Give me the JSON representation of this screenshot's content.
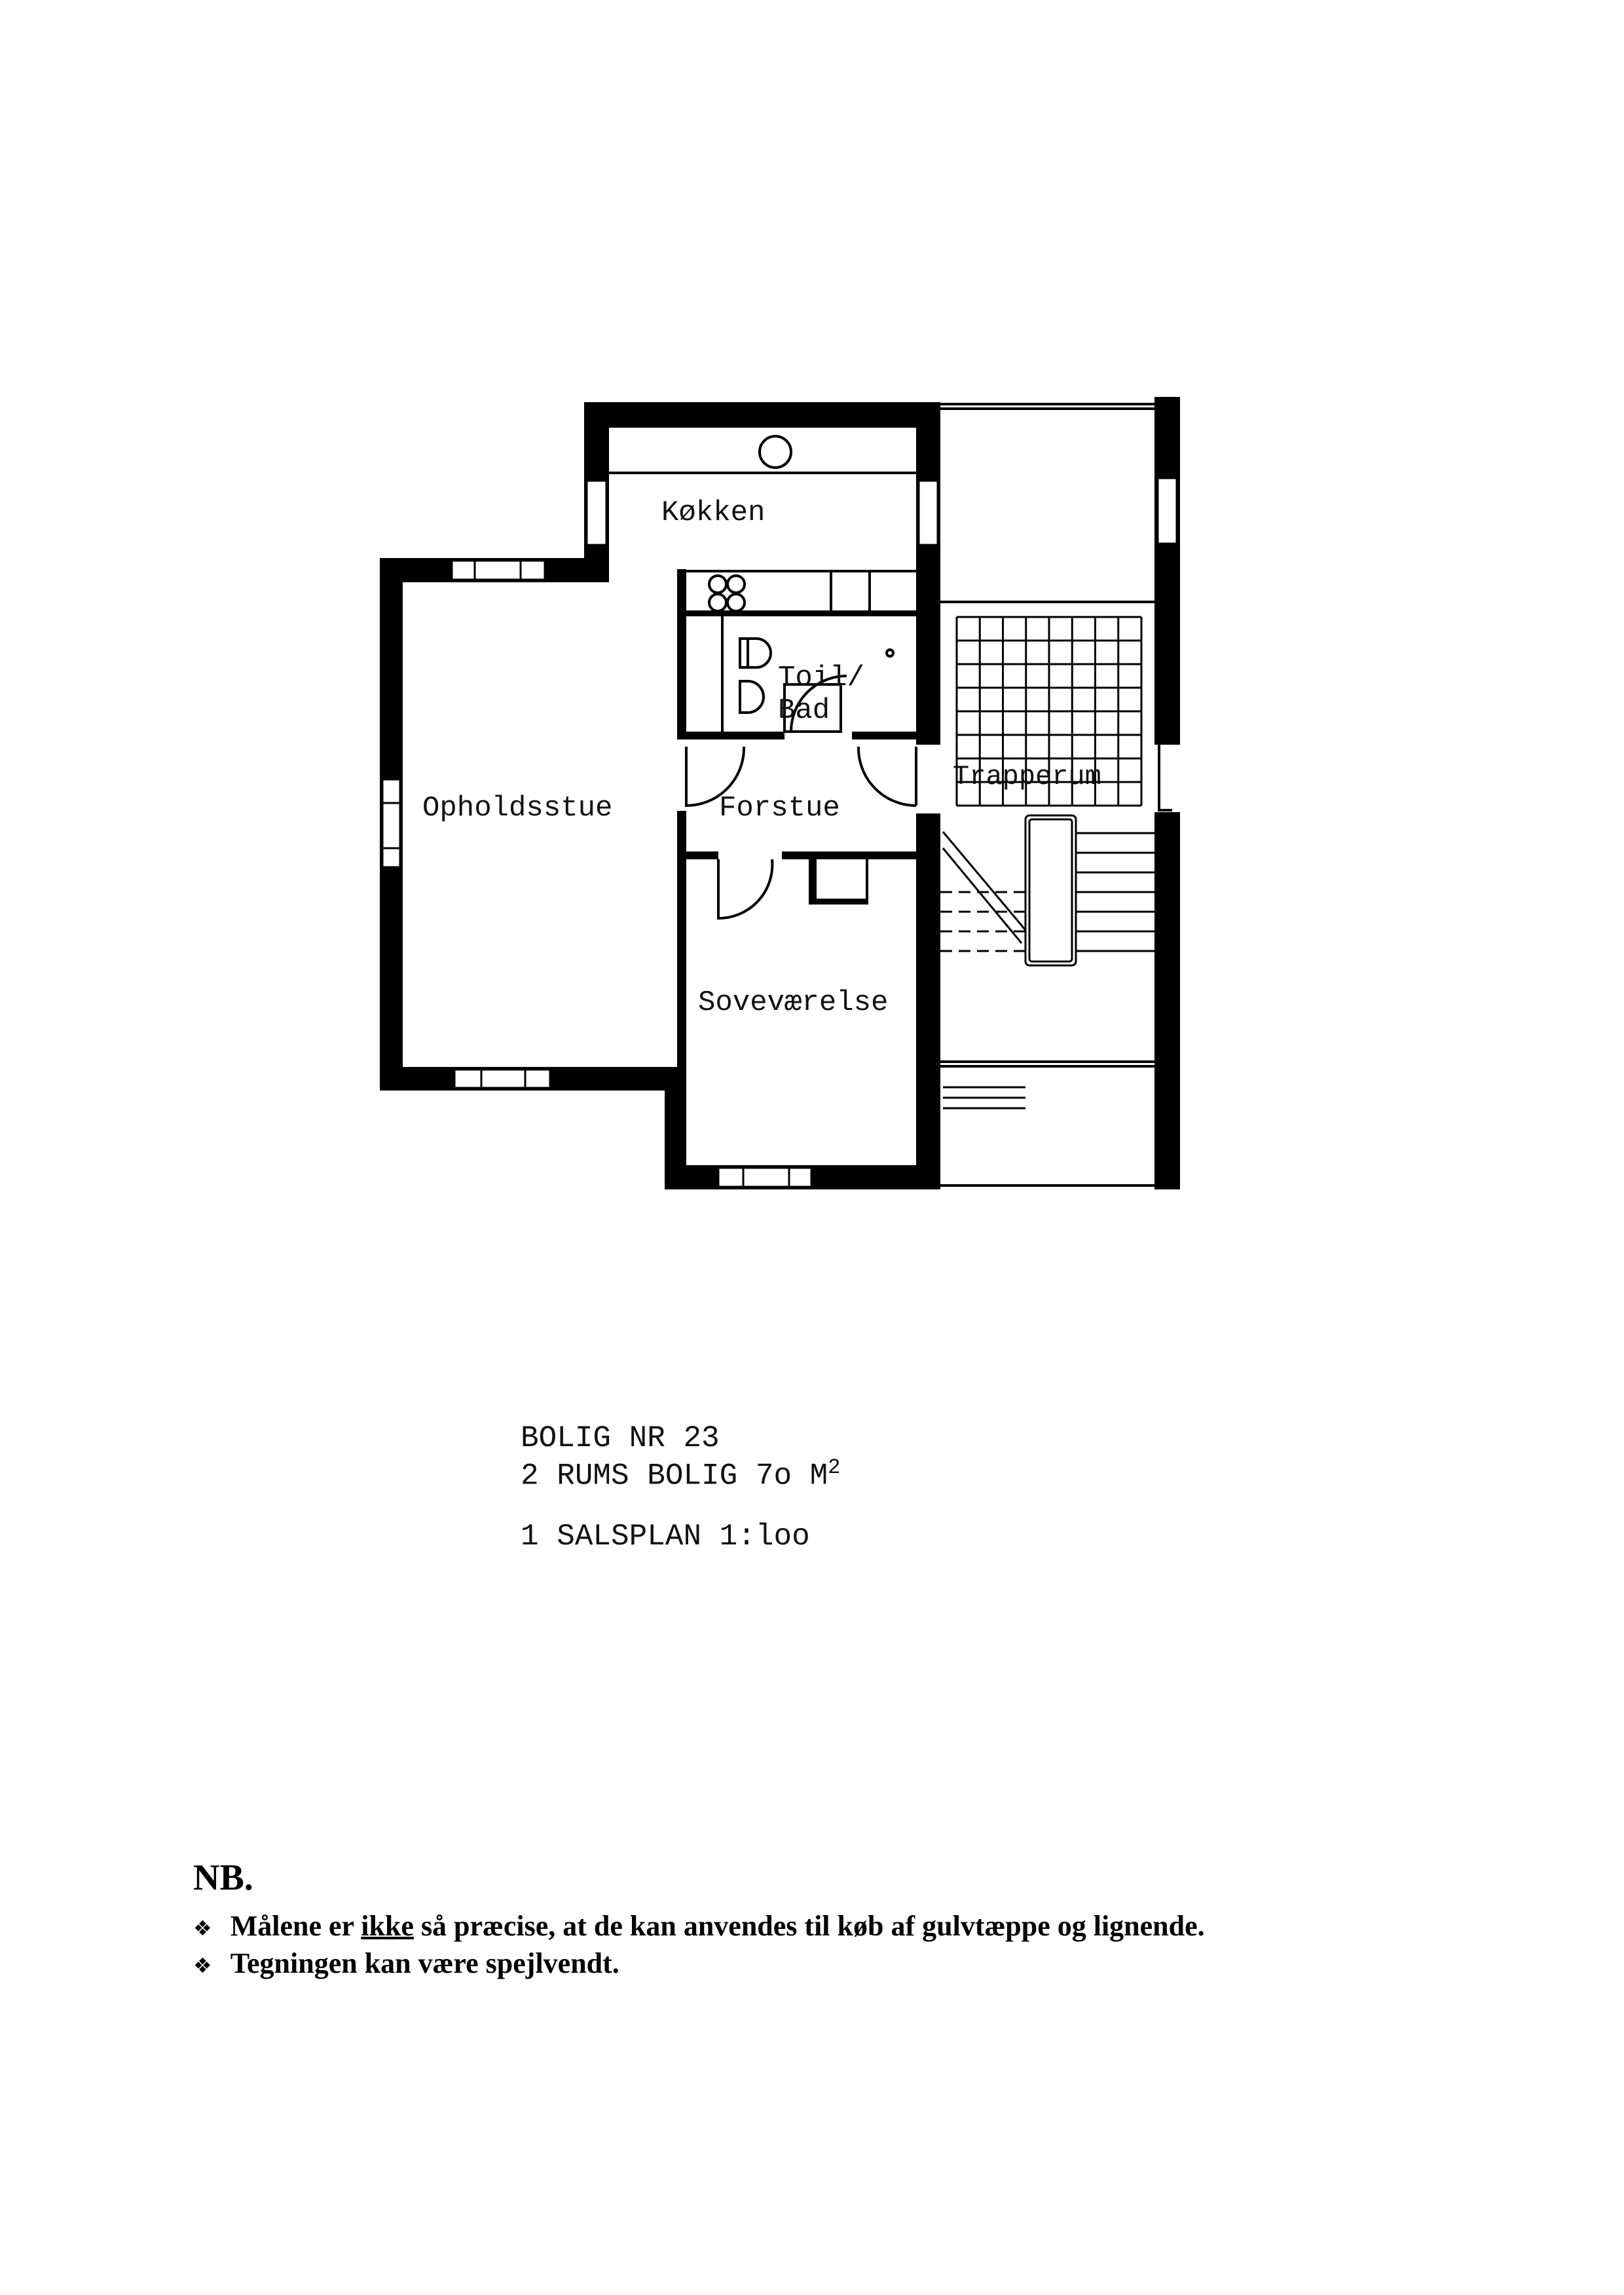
{
  "plan": {
    "rooms": {
      "kitchen": "Køkken",
      "living": "Opholdsstue",
      "toilet_line1": "Toil/",
      "toilet_line2": "Bad",
      "hall": "Forstue",
      "stairwell": "Trapperum",
      "bedroom": "Soveværelse"
    }
  },
  "caption": {
    "line1": "BOLIG NR 23",
    "line2": "2 RUMS BOLIG 7o M",
    "line2_sup": "2",
    "line3": "1 SALSPLAN 1:loo"
  },
  "notes": {
    "heading": "NB.",
    "bullet": "❖",
    "item1_pre": "Målene er ",
    "item1_emph": "ikke",
    "item1_post": " så præcise, at de kan anvendes til køb af gulvtæppe og lignende.",
    "item2": "Tegningen kan være spejlvendt."
  }
}
